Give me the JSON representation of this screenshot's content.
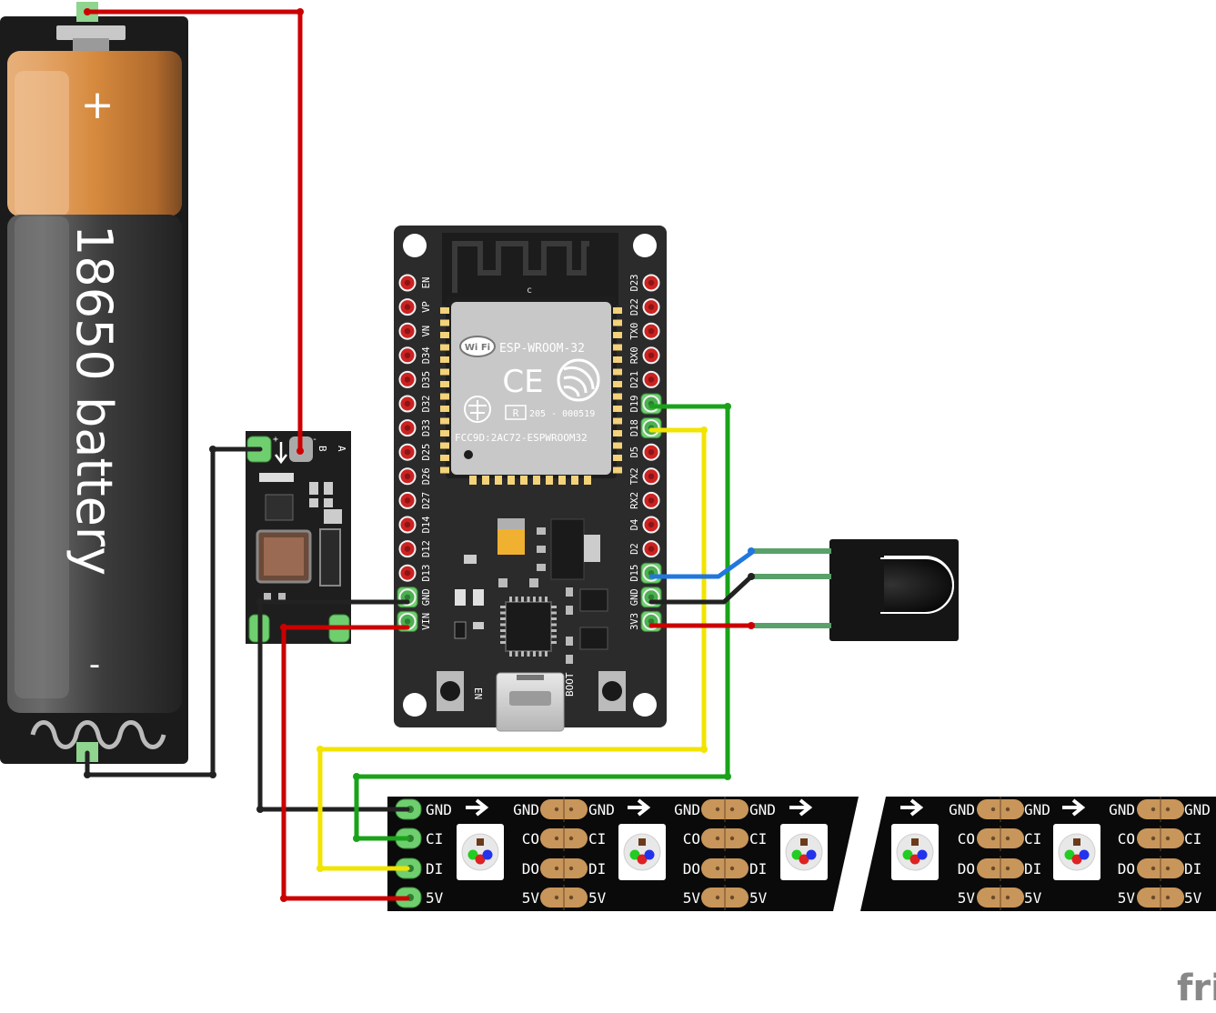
{
  "battery": {
    "label": "18650 battery",
    "plus": "+",
    "minus": "-"
  },
  "charger": {
    "plus_mark": "+",
    "minus_mark": "-",
    "label_b": "B",
    "label_a": "A"
  },
  "esp32": {
    "module_name": "ESP-WROOM-32",
    "fcc_id": "FCC9D:2AC72-ESPWROOM32",
    "cert_no": "205 - 000519",
    "cert_mark": "R",
    "ce_mark": "CE",
    "wifi_mark": "Wi Fi",
    "antenna_mark": "c",
    "left_pins": [
      "EN",
      "VP",
      "VN",
      "D34",
      "D35",
      "D32",
      "D33",
      "D25",
      "D26",
      "D27",
      "D14",
      "D12",
      "D13",
      "GND",
      "VIN"
    ],
    "right_pins": [
      "D23",
      "D22",
      "TX0",
      "RX0",
      "D21",
      "D19",
      "D18",
      "D5",
      "TX2",
      "RX2",
      "D4",
      "D2",
      "D15",
      "GND",
      "3V3"
    ],
    "button_en": "EN",
    "button_boot": "BOOT"
  },
  "led_strip": {
    "segment1": {
      "labels": [
        "GND",
        "CI",
        "DI",
        "5V"
      ],
      "mid_labels": [
        [
          "GND",
          "CO",
          "DO",
          "5V"
        ],
        [
          "GND",
          "CI",
          "DI",
          "5V"
        ],
        [
          "GND",
          "CO",
          "DO",
          "5V"
        ],
        [
          "GND",
          "CI",
          "DI",
          "5V"
        ]
      ]
    },
    "segment2": {
      "mid_labels": [
        [
          "GND",
          "CO",
          "DO",
          "5V"
        ],
        [
          "GND",
          "CI",
          "DI",
          "5V"
        ],
        [
          "GND",
          "CO",
          "DO",
          "5V"
        ],
        [
          "GND",
          "CI",
          "DI",
          "5V"
        ]
      ]
    }
  },
  "watermark": "fri",
  "colors": {
    "wire_red": "#cc0000",
    "wire_black": "#222222",
    "wire_green": "#1aa31a",
    "wire_yellow": "#f0e400",
    "wire_blue": "#2277dd",
    "board": "#2b2b2b",
    "pin_red": "#cc2222",
    "strip": "#0a0a0a",
    "pad": "#c8965a",
    "battery_copper": "#d68a3e"
  }
}
